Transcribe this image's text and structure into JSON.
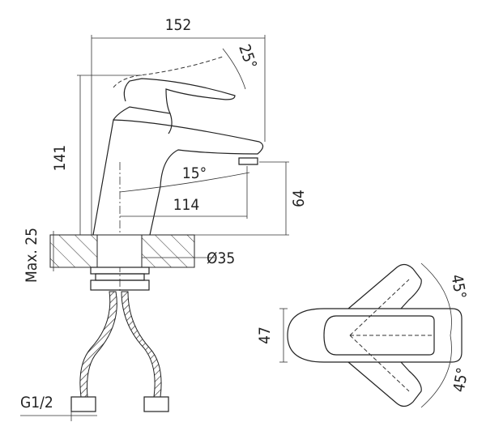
{
  "dimensions": {
    "overall_length": "152",
    "lever_angle": "25°",
    "height": "141",
    "spout_angle": "15°",
    "spout_reach": "114",
    "spout_height": "64",
    "max_deck_thickness": "Max. 25",
    "hole_diameter": "Ø35",
    "connection_thread": "G1/2",
    "body_width": "47",
    "rotation_left": "45°",
    "rotation_right": "45°"
  }
}
